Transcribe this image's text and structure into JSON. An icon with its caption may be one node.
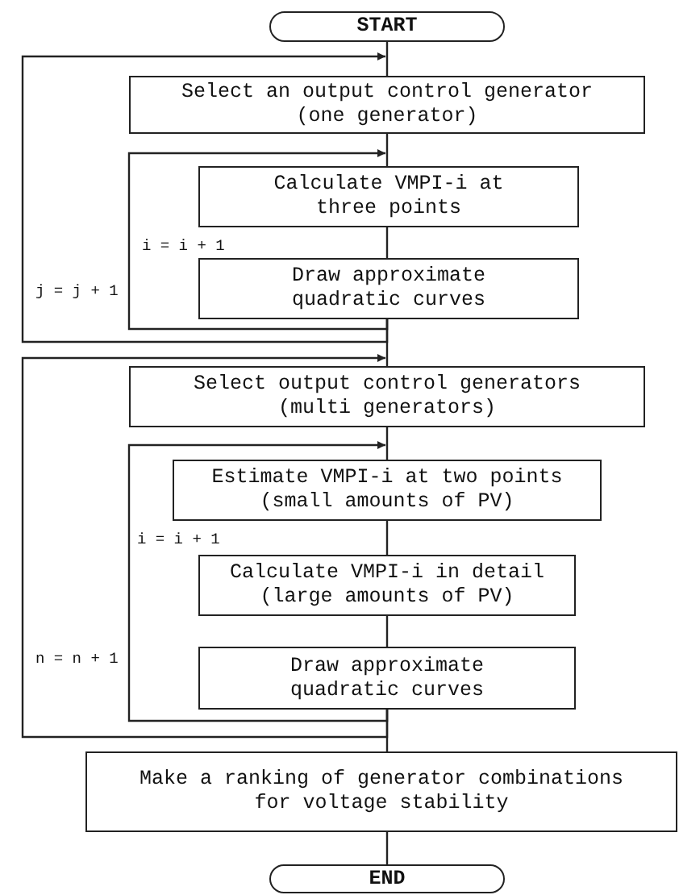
{
  "diagram": {
    "nodes": [
      {
        "text": [
          "START"
        ]
      },
      {
        "text": [
          "Select an output control generator (one generator)"
        ]
      },
      {
        "text": [
          "Calculate VMPI-i at three points"
        ]
      },
      {
        "text": [
          "Draw approximate quadratic curves"
        ]
      },
      {
        "text": [
          "Select output control generators (multi generators)"
        ]
      },
      {
        "text": [
          "Estimate VMPI-i at two points (small amounts of PV)"
        ]
      },
      {
        "text": [
          "Calculate VMPI-i in detail (large amounts of PV)"
        ]
      },
      {
        "text": [
          "Draw approximate quadratic curves"
        ]
      },
      {
        "text": [
          "Make a ranking of generator combinations for voltage stability"
        ]
      },
      {
        "text": [
          "END"
        ]
      }
    ],
    "edges": [
      {
        "from": 0,
        "to": 1,
        "arrow": "none"
      },
      {
        "from": 1,
        "to": 2,
        "arrow": "none"
      },
      {
        "from": 2,
        "to": 3,
        "arrow": "none"
      },
      {
        "from": 3,
        "to": 2,
        "arrow": "to",
        "label": "i = i + 1"
      },
      {
        "from": 3,
        "to": 1,
        "arrow": "to",
        "label": "j = j + 1"
      },
      {
        "from": 3,
        "to": 4,
        "arrow": "none"
      },
      {
        "from": 4,
        "to": 5,
        "arrow": "none"
      },
      {
        "from": 5,
        "to": 6,
        "arrow": "none"
      },
      {
        "from": 6,
        "to": 7,
        "arrow": "none"
      },
      {
        "from": 7,
        "to": 5,
        "arrow": "to",
        "label": "i = i + 1"
      },
      {
        "from": 7,
        "to": 4,
        "arrow": "to",
        "label": "n = n + 1"
      },
      {
        "from": 7,
        "to": 8,
        "arrow": "none"
      },
      {
        "from": 8,
        "to": 9,
        "arrow": "none"
      }
    ]
  }
}
